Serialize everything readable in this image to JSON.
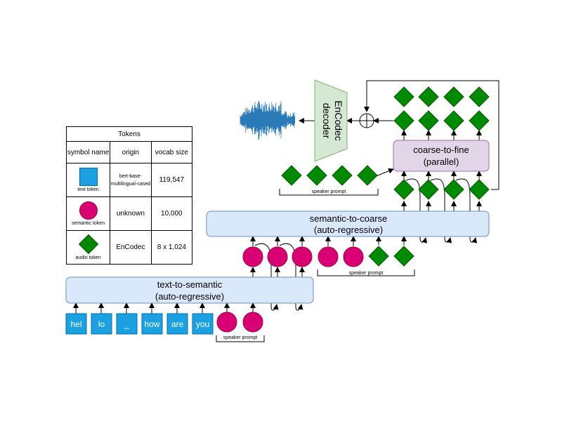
{
  "legend": {
    "title": "Tokens",
    "headers": [
      "symbol name",
      "origin",
      "vocab size"
    ],
    "rows": [
      {
        "symbol_label": "text token",
        "origin": "bert-base-multilingual-cased",
        "vocab": "119,547"
      },
      {
        "symbol_label": "semantic token",
        "origin": "unknown",
        "vocab": "10,000"
      },
      {
        "symbol_label": "audio token",
        "origin": "EnCodec",
        "vocab": "8 x 1,024"
      }
    ]
  },
  "stages": {
    "text_to_semantic": {
      "line1": "text-to-semantic",
      "line2": "(auto-regressive)"
    },
    "semantic_to_coarse": {
      "line1": "semantic-to-coarse",
      "line2": "(auto-regressive)"
    },
    "coarse_to_fine": {
      "line1": "coarse-to-fine",
      "line2": "(parallel)"
    }
  },
  "decoder": {
    "line1": "EnCodec",
    "line2": "decoder"
  },
  "text_tokens": [
    "hel",
    "lo",
    "_",
    "how",
    "are",
    "you"
  ],
  "speaker_prompt_label": "speaker prompt",
  "colors": {
    "text_token": "#1ba1e2",
    "semantic_token": "#d80073",
    "audio_token": "#008a00",
    "stage_box": "#dae8fc",
    "fine_box": "#e1d5e7",
    "decoder": "#d5e8d4",
    "waveform": "#2a7ab8"
  }
}
